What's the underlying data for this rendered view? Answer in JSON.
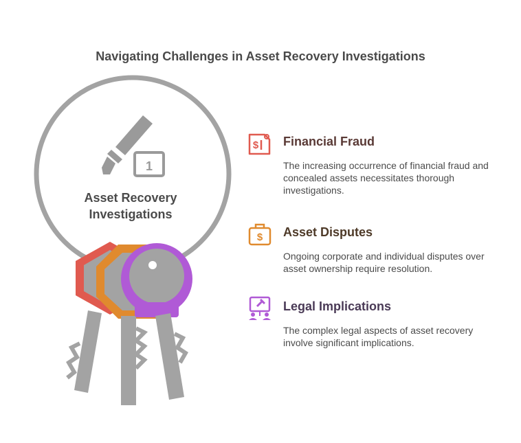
{
  "title": "Navigating Challenges in Asset Recovery Investigations",
  "center": {
    "label_line1": "Asset Recovery",
    "label_line2": "Investigations",
    "icon": "gavel-icon"
  },
  "items": [
    {
      "heading": "Financial Fraud",
      "description": "The increasing occurrence of financial fraud and concealed assets necessitates thorough investigations.",
      "icon": "fraud-document-icon",
      "color": "#e05a4f",
      "heading_color": "#5a3a36"
    },
    {
      "heading": "Asset Disputes",
      "description": "Ongoing corporate and individual disputes over asset ownership require resolution.",
      "icon": "briefcase-dollar-icon",
      "color": "#e08a2e",
      "heading_color": "#4e3a28"
    },
    {
      "heading": "Legal Implications",
      "description": "The complex legal aspects of asset recovery involve significant implications.",
      "icon": "gavel-people-icon",
      "color": "#b05ad6",
      "heading_color": "#4a3a56"
    }
  ],
  "colors": {
    "ring": "#a3a3a3",
    "key_red": "#e05a4f",
    "key_orange": "#e08a2e",
    "key_purple": "#b05ad6",
    "key_gray": "#a3a3a3"
  }
}
